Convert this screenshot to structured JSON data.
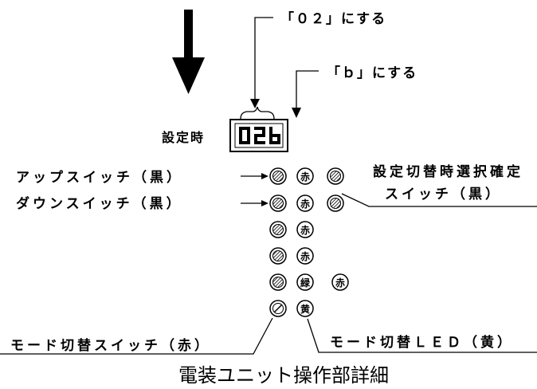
{
  "annotations": {
    "top_note": "「０２」にする",
    "mid_note": "「ｂ」にする",
    "setting_label": "設定時",
    "display_value": "02b"
  },
  "switches": {
    "up": "アップスイッチ（黒）",
    "down": "ダウンスイッチ（黒）",
    "select_line1": "設定切替時選択確定",
    "select_line2": "スイッチ（黒）",
    "mode": "モード切替スイッチ（赤）",
    "mode_led": "モード切替ＬＥＤ（黄）"
  },
  "indicators": {
    "red": "赤",
    "green": "緑",
    "yellow": "黄"
  },
  "caption": "電装ユニット操作部詳細"
}
